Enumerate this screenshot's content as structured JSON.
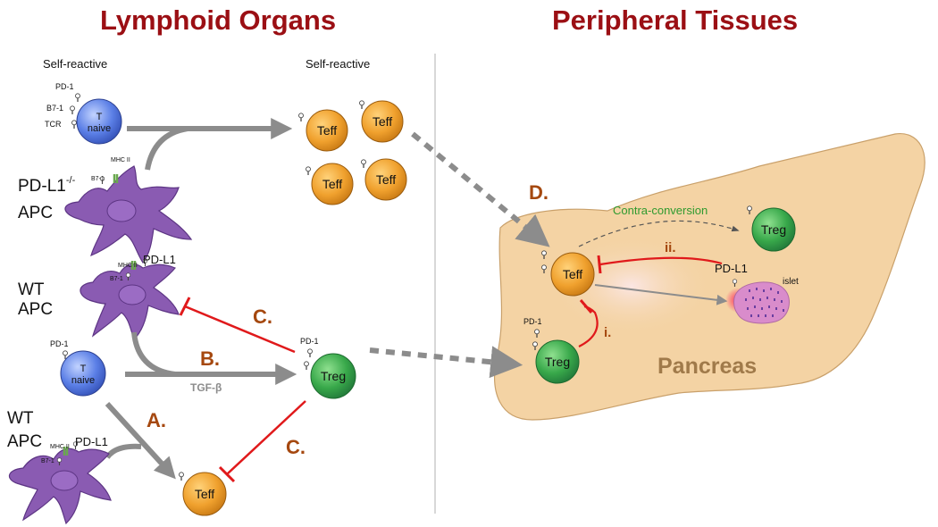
{
  "titles": {
    "left": "Lymphoid Organs",
    "right": "Peripheral  Tissues"
  },
  "colors": {
    "title": "#9b0f14",
    "letter": "#a5480f",
    "teff": "#f0a12e",
    "treg": "#38a84a",
    "tnaive": "#5b7fe6",
    "apc": "#8a5bb2",
    "arrow": "#8c8c8c",
    "inhibit": "#e0191b",
    "pancreas": "#f4d3a4",
    "islet": "#d98ccb",
    "contra": "#2f9a2f"
  },
  "labels": {
    "self_reactive_left": "Self-reactive",
    "self_reactive_right": "Self-reactive",
    "pd1": "PD-1",
    "b71": "B7-1",
    "tcr": "TCR",
    "t_line1": "T",
    "t_line2": "naive",
    "pdl1_ko_main": "PD-L1",
    "pdl1_ko_sup": "-/-",
    "apc": "APC",
    "mhc2": "MHC II",
    "wt": "WT",
    "pdl1": "PD-L1",
    "teff": "Teff",
    "treg": "Treg",
    "tgfb": "TGF-β",
    "contra_conversion": "Contra-conversion",
    "islet": "islet",
    "pancreas": "Pancreas"
  },
  "letters": {
    "a": "A.",
    "b": "B.",
    "c1": "C.",
    "c2": "C.",
    "d": "D.",
    "i": "i.",
    "ii": "ii."
  }
}
